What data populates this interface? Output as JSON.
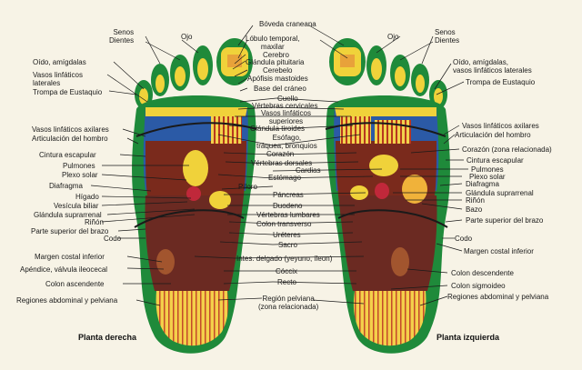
{
  "captions": {
    "right_foot": "Planta derecha",
    "left_foot": "Planta izquierda"
  },
  "labels": {
    "boveda": "Bóveda craneana",
    "lobulo": "Lóbulo temporal,\nmaxilar",
    "cerebro": "Cerebro",
    "pituitaria": "Glándula pituitaria",
    "cerebelo": "Cerebelo",
    "apofisis": "Apófisis mastoides",
    "base_craneo": "Base del cráneo",
    "cuello": "Cuello",
    "vert_cervicales": "Vértebras cervicales",
    "vasos_sup": "Vasos linfáticos\nsuperiores",
    "tiroides": "Glándula tiroides",
    "esofago": "Esófago,\ntráquea, bronquios",
    "corazon_c": "Corazón",
    "vert_dorsales": "Vértebras dorsales",
    "cardias": "Cardias",
    "estomago": "Estómago",
    "piloro": "Píloro",
    "pancreas": "Páncreas",
    "duodeno": "Duodeno",
    "vert_lumbares": "Vértebras lumbares",
    "colon_transverso": "Colon transverso",
    "ureteres": "Uréteres",
    "sacro": "Sacro",
    "intes_delgado": "Intes. delgado (yeyuno, íleon)",
    "coccix": "Cóccix",
    "recto": "Recto",
    "region_pelviana": "Región pelviana\n(zona relacionada)",
    "senos_l": "Senos\nDientes",
    "ojo_l": "Ojo",
    "oido_l": "Oído, amígdalas",
    "vasos_lin_l": "Vasos linfáticos\nlaterales",
    "trompa_l": "Trompa de Eustaquio",
    "vasos_ax_l": "Vasos linfáticos axilares",
    "hombro_l": "Articulación del hombro",
    "cintura_l": "Cintura escapular",
    "pulmones_l": "Pulmones",
    "plexo_l": "Plexo solar",
    "diafragma_l": "Diafragma",
    "higado": "Hígado",
    "vesicula": "Vesícula biliar",
    "suprarrenal_l": "Glándula suprarrenal",
    "rinon_l": "Riñón",
    "brazo_l": "Parte superior del brazo",
    "codo_l": "Codo",
    "margen_l": "Margen costal inferior",
    "apendice": "Apéndice, válvula ileocecal",
    "colon_asc": "Colon ascendente",
    "regiones_l": "Regiones abdominal y pelviana",
    "ojo_r": "Ojo",
    "senos_r": "Senos\nDientes",
    "oido_r": "Oído, amígdalas,\nvasos linfáticos laterales",
    "trompa_r": "Trompa de Eustaquio",
    "vasos_ax_r": "Vasos linfáticos axilares",
    "hombro_r": "Articulación del hombro",
    "corazon_r": "Corazón (zona relacionada)",
    "cintura_r": "Cintura escapular",
    "pulmones_r": "Pulmones",
    "plexo_r": "Plexo solar",
    "diafragma_r": "Diafragma",
    "suprarrenal_r": "Glándula suprarrenal",
    "rinon_r": "Riñón",
    "bazo": "Bazo",
    "brazo_r": "Parte superior del brazo",
    "codo_r": "Codo",
    "margen_r": "Margen costal inferior",
    "colon_desc": "Colon descendente",
    "colon_sig": "Colon sigmoideo",
    "regiones_r": "Regiones abdominal y pelviana"
  },
  "colors": {
    "background": "#f7f3e6",
    "outline_green": "#1f8a3a",
    "head_yellow": "#f0d23a",
    "chest_blue": "#2b5aa6",
    "abdomen_brown": "#7a2a1c",
    "organ_red": "#c0283a",
    "heel_yellow": "#f4d04a",
    "text": "#1a1a1a"
  }
}
